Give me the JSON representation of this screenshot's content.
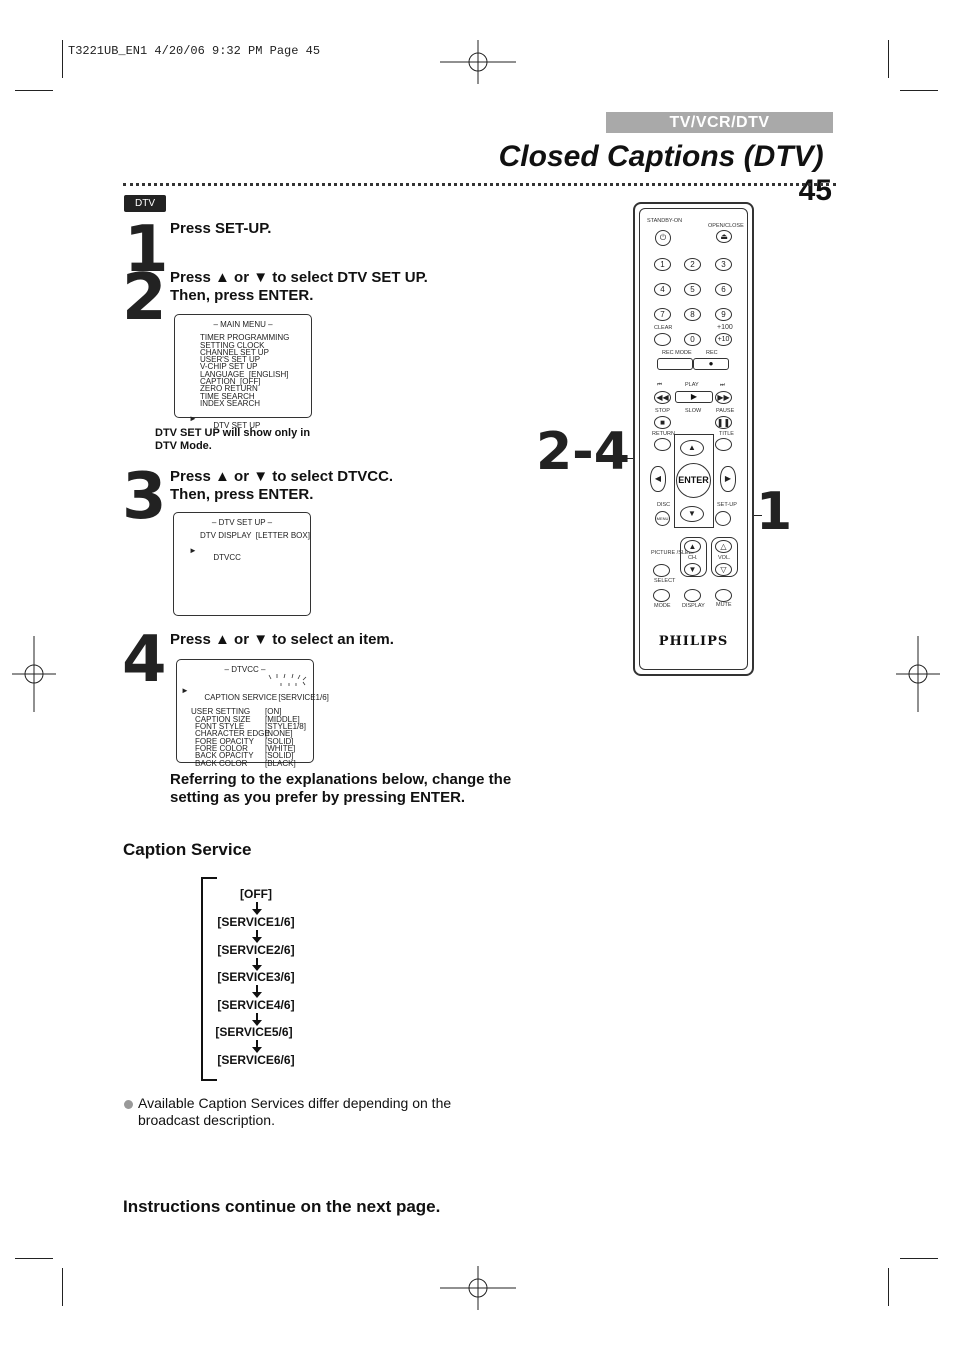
{
  "meta": {
    "print_line": "T3221UB_EN1  4/20/06  9:32 PM  Page 45"
  },
  "header": {
    "section": "TV/VCR/DTV",
    "title": "Closed Captions (DTV)",
    "page_number": "45"
  },
  "badge": "DTV",
  "steps": [
    {
      "num": "1",
      "text": "Press SET-UP."
    },
    {
      "num": "2",
      "line1": "Press ▲ or ▼ to select DTV SET UP.",
      "line2": "Then, press ENTER."
    },
    {
      "num": "3",
      "line1": "Press ▲ or ▼ to select DTVCC.",
      "line2": "Then, press ENTER."
    },
    {
      "num": "4",
      "text": "Press ▲ or ▼ to select an item."
    }
  ],
  "main_menu": {
    "title": "– MAIN MENU –",
    "items": [
      "TIMER PROGRAMMING",
      "SETTING CLOCK",
      "CHANNEL SET UP",
      "USER'S SET UP",
      "V-CHIP SET UP",
      "LANGUAGE  [ENGLISH]",
      "CAPTION  [OFF]",
      "ZERO RETURN",
      "TIME SEARCH",
      "INDEX SEARCH",
      "DTV SET UP"
    ],
    "cursor": "►"
  },
  "dtv_note": {
    "line1": "DTV SET UP will show only in",
    "line2": "DTV Mode."
  },
  "dtv_setup_menu": {
    "title": "– DTV SET UP –",
    "items": [
      "DTV DISPLAY  [LETTER BOX]",
      "DTVCC"
    ],
    "cursor": "►"
  },
  "dtvcc_menu": {
    "title": "– DTVCC –",
    "items": [
      {
        "label": "CAPTION SERVICE",
        "value": "[SERVICE1/6]"
      },
      {
        "label": "USER SETTING",
        "value": "[ON]"
      },
      {
        "label": "CAPTION SIZE",
        "value": "[MIDDLE]"
      },
      {
        "label": "FONT STYLE",
        "value": "[STYLE1/8]"
      },
      {
        "label": "CHARACTER EDGE",
        "value": "[NONE]"
      },
      {
        "label": "FORE OPACITY",
        "value": "[SOLID]"
      },
      {
        "label": "FORE COLOR",
        "value": "[WHITE]"
      },
      {
        "label": "BACK OPACITY",
        "value": "[SOLID]"
      },
      {
        "label": "BACK COLOR",
        "value": "[BLACK]"
      }
    ],
    "cursor": "►"
  },
  "referring_text": {
    "line1": "Referring to the explanations below, change the",
    "line2": "setting as you prefer by pressing ENTER."
  },
  "caption_service": {
    "heading": "Caption Service",
    "options": [
      "[OFF]",
      "[SERVICE1/6]",
      "[SERVICE2/6]",
      "[SERVICE3/6]",
      "[SERVICE4/6]",
      "[SERVICE5/6]",
      "[SERVICE6/6]"
    ]
  },
  "bullet_note": {
    "line1": "Available Caption Services differ depending on the",
    "line2": "broadcast description."
  },
  "footer": "Instructions continue on the next page.",
  "callouts": {
    "range": "2-4",
    "one": "1"
  },
  "remote": {
    "brand": "PHILIPS",
    "labels": {
      "standby": "STANDBY-ON",
      "open_close": "OPEN/CLOSE",
      "clear": "CLEAR",
      "plus100": "+100",
      "plus10": "+10",
      "rec_mode": "REC MODE",
      "rec": "REC",
      "play": "PLAY",
      "stop": "STOP",
      "slow": "SLOW",
      "pause": "PAUSE",
      "return": "RETURN",
      "title": "TITLE",
      "enter": "ENTER",
      "disc": "DISC",
      "menu": "MENU",
      "setup": "SET-UP",
      "picture_sleep": "PICTURE /SLEEP",
      "ch": "CH.",
      "vol": "VOL.",
      "select": "SELECT",
      "mode": "MODE",
      "display": "DISPLAY",
      "mute": "MUTE"
    },
    "digits": [
      "1",
      "2",
      "3",
      "4",
      "5",
      "6",
      "7",
      "8",
      "9",
      "0"
    ]
  }
}
